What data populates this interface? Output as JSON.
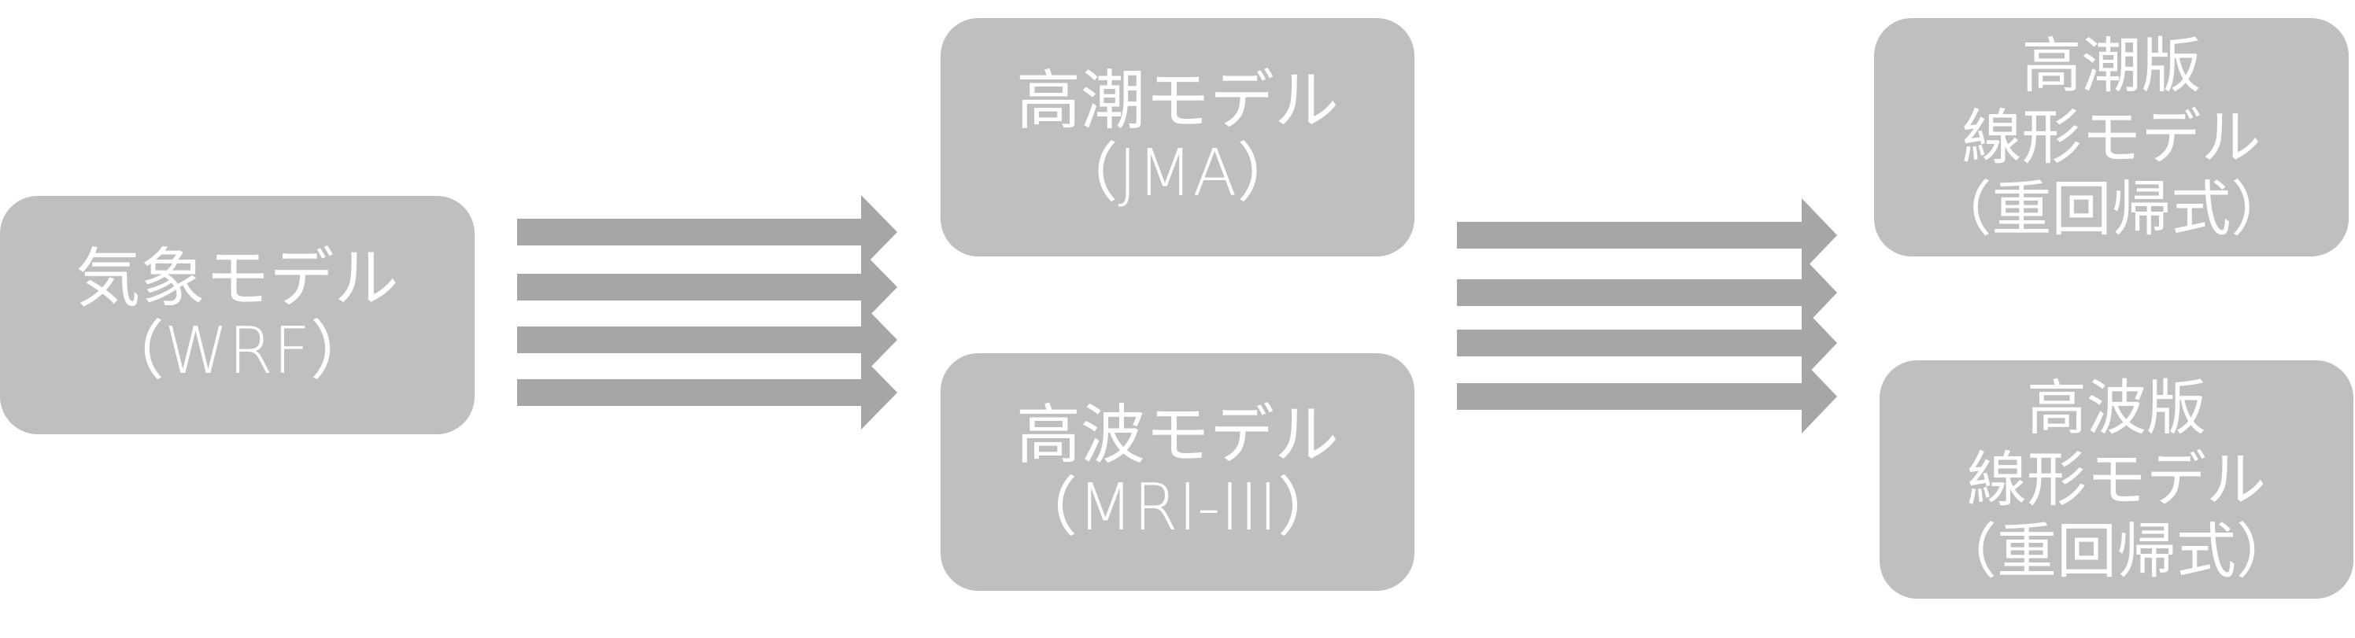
{
  "diagram": {
    "colors": {
      "box_fill": "#bfbfbf",
      "box_text": "#ffffff",
      "arrow_fill": "#a6a6a6",
      "background": "#ffffff"
    },
    "nodes": {
      "weather_model": {
        "lines": [
          "気象モデル",
          "（WRF）"
        ]
      },
      "storm_surge_model": {
        "lines": [
          "高潮モデル",
          "（JMA）"
        ]
      },
      "wave_model": {
        "lines": [
          "高波モデル",
          "（MRI-III）"
        ]
      },
      "storm_surge_linear_model": {
        "lines": [
          "高潮版",
          "線形モデル",
          "（重回帰式）"
        ]
      },
      "wave_linear_model": {
        "lines": [
          "高波版",
          "線形モデル",
          "（重回帰式）"
        ]
      }
    },
    "edges": [
      {
        "from": "weather_model",
        "to": [
          "storm_surge_model",
          "wave_model"
        ],
        "style": "multi-arrow",
        "count": 4
      },
      {
        "from": [
          "storm_surge_model",
          "wave_model"
        ],
        "to": [
          "storm_surge_linear_model",
          "wave_linear_model"
        ],
        "style": "multi-arrow",
        "count": 4
      }
    ]
  }
}
